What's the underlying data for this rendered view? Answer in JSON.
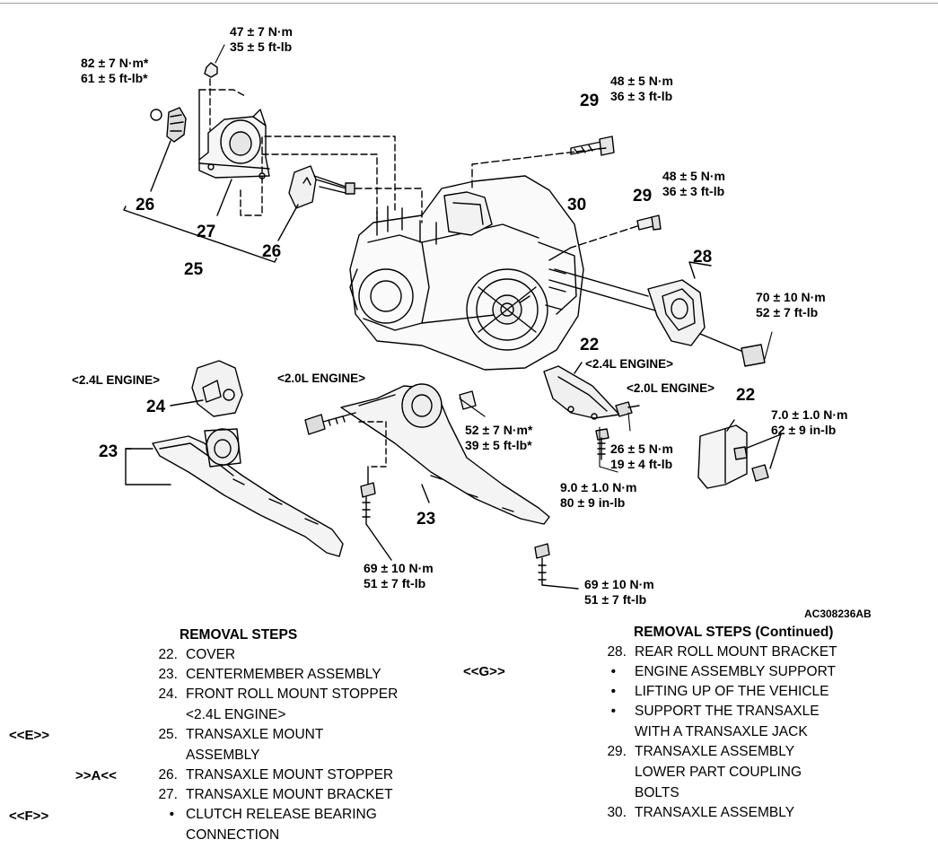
{
  "torque": {
    "t47": [
      "47 ± 7 N·m",
      "35 ± 5 ft-lb"
    ],
    "t82": [
      "82 ± 7 N·m*",
      "61 ± 5 ft-lb*"
    ],
    "t48a": [
      "48 ± 5 N·m",
      "36 ± 3 ft-lb"
    ],
    "t48b": [
      "48 ± 5 N·m",
      "36 ± 3 ft-lb"
    ],
    "t70": [
      "70 ± 10 N·m",
      "52 ± 7 ft-lb"
    ],
    "t52": [
      "52 ± 7 N·m*",
      "39 ± 5 ft-lb*"
    ],
    "t26": [
      "26 ± 5 N·m",
      "19 ± 4 ft-lb"
    ],
    "t9": [
      "9.0 ± 1.0 N·m",
      "80 ± 9 in-lb"
    ],
    "t7": [
      "7.0 ± 1.0 N·m",
      "62 ± 9 in-lb"
    ],
    "t69a": [
      "69 ± 10 N·m",
      "51 ± 7 ft-lb"
    ],
    "t69b": [
      "69 ± 10 N·m",
      "51 ± 7 ft-lb"
    ]
  },
  "callouts": {
    "c26a": "26",
    "c27": "27",
    "c26b": "26",
    "c25": "25",
    "c29a": "29",
    "c29b": "29",
    "c30": "30",
    "c28": "28",
    "c22a": "22",
    "c22b": "22",
    "c24": "24",
    "c23a": "23",
    "c23b": "23"
  },
  "engine_labels": {
    "e24left": "<2.4L ENGINE>",
    "e20mid": "<2.0L ENGINE>",
    "e24right": "<2.4L ENGINE>",
    "e20right": "<2.0L ENGINE>"
  },
  "figure_code": "AC308236AB",
  "left_steps": {
    "heading": "REMOVAL STEPS",
    "items": [
      {
        "mark": "",
        "num": "22.",
        "lines": [
          "COVER"
        ]
      },
      {
        "mark": "",
        "num": "23.",
        "lines": [
          "CENTERMEMBER ASSEMBLY"
        ]
      },
      {
        "mark": "",
        "num": "24.",
        "lines": [
          "FRONT ROLL MOUNT STOPPER",
          "<2.4L ENGINE>"
        ]
      },
      {
        "mark": "<<E>>",
        "num": "25.",
        "lines": [
          "TRANSAXLE MOUNT",
          "ASSEMBLY"
        ]
      },
      {
        "mark": ">>A<<",
        "num": "26.",
        "lines": [
          "TRANSAXLE MOUNT STOPPER"
        ]
      },
      {
        "mark": "",
        "num": "27.",
        "lines": [
          "TRANSAXLE MOUNT BRACKET"
        ]
      },
      {
        "mark": "<<F>>",
        "num": "•",
        "lines": [
          "CLUTCH RELEASE BEARING",
          "CONNECTION"
        ]
      }
    ]
  },
  "right_steps": {
    "heading": "REMOVAL STEPS (Continued)",
    "items": [
      {
        "mark": "",
        "num": "28.",
        "lines": [
          "REAR ROLL MOUNT BRACKET"
        ]
      },
      {
        "mark": "<<G>>",
        "num": "•",
        "lines": [
          "ENGINE ASSEMBLY SUPPORT"
        ]
      },
      {
        "mark": "",
        "num": "•",
        "lines": [
          "LIFTING UP OF THE VEHICLE"
        ]
      },
      {
        "mark": "",
        "num": "•",
        "lines": [
          "SUPPORT THE TRANSAXLE",
          "WITH A TRANSAXLE JACK"
        ]
      },
      {
        "mark": "",
        "num": "29.",
        "lines": [
          "TRANSAXLE ASSEMBLY",
          "LOWER PART COUPLING",
          "BOLTS"
        ]
      },
      {
        "mark": "",
        "num": "30.",
        "lines": [
          "TRANSAXLE ASSEMBLY"
        ]
      }
    ]
  }
}
